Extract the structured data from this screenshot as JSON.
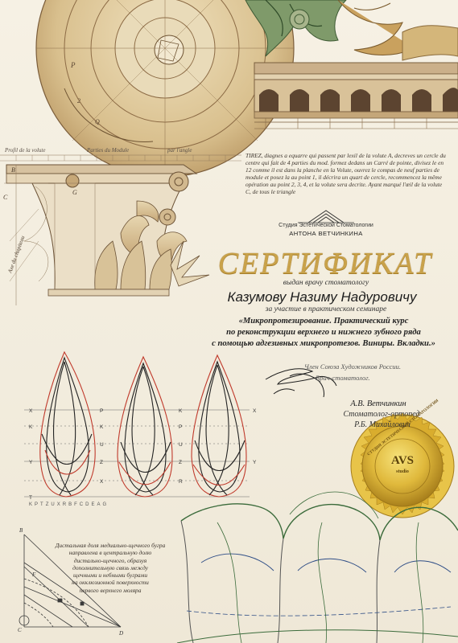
{
  "engraving": {
    "tirez_text": "TIREZ, diagnes a equarre qui passent par lexil de la volute A, decreves un cercle du centre qui fait de 4 parties du mod. formez dedans un Carré de pointe, divisez le en 12 comme il est dans la planche en la Volute, ouvrez le compas de neuf parties de module et posez la au point 1, il décrira un quart de cercle, recommencez la même opération au point 2, 3, 4, et la volute sera decrite. Ayant marqué l'œil de la volute C, de tous le triangle",
    "caption_left": "Profil de la volute",
    "caption_mid": "Parties du Module",
    "caption_right": "par l'angle"
  },
  "studio": {
    "line1": "Студия Эстетической Стоматологии",
    "line2": "АНТОНА ВЕТЧИНКИНА"
  },
  "certificate": {
    "title": "СЕРТИФИКАТ",
    "issued_to": "выдан врачу стоматологу",
    "recipient": "Казумову Назиму Надуровичу",
    "participation": "за участие в практическом семинаре",
    "course_line1": "«Микропротезирование. Практический курс",
    "course_line2": "по реконструкции верхнего и нижнего зубного ряда",
    "course_line3": "с помощью адгезивных микропротезов. Виниры. Вкладки.»"
  },
  "signatures": {
    "union_member": "Член Союза Художников России.",
    "dentist": "Врач-стоматолог.",
    "name1": "А.В. Ветчинкин",
    "role2": "Стоматолог-ортопед",
    "name2": "Р.Б. Михайлович"
  },
  "seal": {
    "logo": "AVS",
    "ring_text": "СТУДИЯ ЭСТЕТИЧЕСКОЙ СТОМАТОЛОГИИ",
    "small": "studio"
  },
  "molar_caption": {
    "line1": "Дистальная доля медиально-щечного бугра",
    "line2": "направлена в центральную долю",
    "line3": "дистально-щечного, образуя",
    "line4": "дополнительную связь между",
    "line5": "щечными и небными буграми",
    "line6": "на окклюзионной поверхности",
    "line7": "первого верхнего моляра"
  },
  "diagram_letters": [
    "K",
    "P",
    "T",
    "Z",
    "U",
    "X",
    "R",
    "B",
    "F",
    "C",
    "D",
    "E",
    "A",
    "G"
  ],
  "colors": {
    "gold": "#c9a24a",
    "red_line": "#c0392b",
    "green_line": "#3b6b3b",
    "paper": "#f4efe2"
  }
}
